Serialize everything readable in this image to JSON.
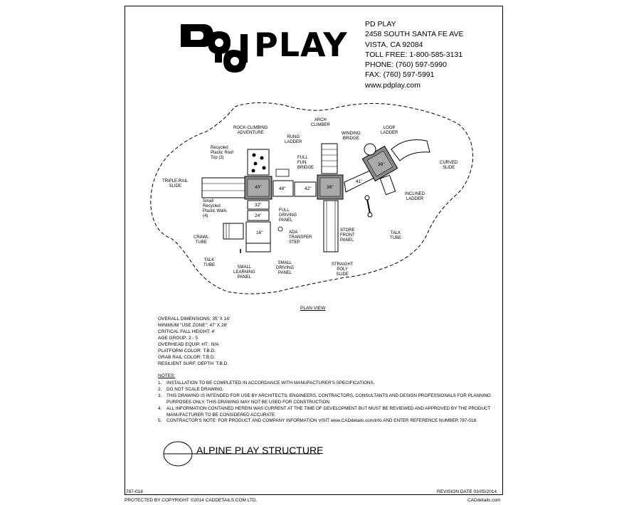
{
  "logo": {
    "text": "PLAY"
  },
  "company": {
    "lines": [
      "PD PLAY",
      "2458 SOUTH SANTA FE AVE",
      "VISTA, CA 92084",
      "TOLL FREE: 1-800-585-3131",
      "PHONE: (760) 597-5990",
      "FAX: (760) 597-5991",
      "www.pdplay.com"
    ]
  },
  "plan": {
    "labels": {
      "rock_climbing": "ROCK-CLIMBING\nADVENTURE",
      "arch_climber": "ARCH\nCLIMBER",
      "loop_ladder": "LOOP\nLADDER",
      "rung_ladder": "RUNG\nLADDER",
      "winding_bridge": "WINDING\nBRIDGE",
      "recycled_roof": "Recycled\nPlastic Roof\nTop (3)",
      "full_fun_bridge": "FULL\nFUN\nBRIDGE",
      "curved_slide": "CURVED\nSLIDE",
      "triple_rail_slide": "TRIPLE-RAIL\nSLIDE",
      "small_recycled_walls": "Small\nRecycled\nPlastic Walls\n(4)",
      "inclined_ladder": "INCLINED\nLADDER",
      "full_driving_panel": "FULL\nDRIVING\nPANEL",
      "ada_transfer_step": "ADA\nTRANSFER\nSTEP",
      "store_front_panel": "STORE\nFRONT\nPANEL",
      "talk_tube_right": "TALK\nTUBE",
      "crawl_tube": "CRAWL\nTUBE",
      "talk_tube_left": "TALK\nTUBE",
      "small_learning_panel": "SMALL\nLEARNING\nPANEL",
      "small_driving_panel": "SMALL\nDRIVING\nPANEL",
      "straight_poly_slide": "STRAIGHT\nPOLY\nSLIDE"
    },
    "dimensions": {
      "d40": "40\"",
      "d48": "48\"",
      "d42": "42\"",
      "d36a": "36\"",
      "d36b": "36\"",
      "d41": "41\"",
      "d32": "32\"",
      "d24": "24\"",
      "d16": "16\""
    },
    "caption": "PLAN VIEW"
  },
  "specs": [
    "OVERALL DIMENSIONS: 35' X 16'",
    "MINIMUM \"USE ZONE\":  47' X 28'",
    "CRITICAL FALL HEIGHT:  4'",
    "AGE GROUP: 2 - 5",
    "OVERHEAD EQUIP. HT.: N/A",
    "PLATFORM COLOR:  T.B.D.",
    "GRAB RAIL COLOR:  T.B.D.",
    "RESILIENT SURF. DEPTH:  T.B.D."
  ],
  "notes_title": "NOTES:",
  "notes": [
    {
      "num": "1.",
      "text": "INSTALLATION TO BE COMPLETED IN ACCORDANCE WITH MANUFACTURER'S SPECIFICATIONS."
    },
    {
      "num": "2.",
      "text": "DO NOT SCALE DRAWING."
    },
    {
      "num": "3.",
      "text": "THIS DRAWING IS INTENDED FOR USE BY ARCHITECTS, ENGINEERS, CONTRACTORS, CONSULTANTS AND DESIGN PROFESSIONALS FOR PLANNING PURPOSES ONLY.  THIS DRAWING MAY NOT BE USED FOR CONSTRUCTION."
    },
    {
      "num": "4.",
      "text": "ALL INFORMATION CONTAINED HEREIN WAS CURRENT AT THE TIME OF DEVELOPMENT BUT MUST BE REVIEWED AND APPROVED BY THE PRODUCT MANUFACTURER TO BE CONSIDERED ACCURATE."
    },
    {
      "num": "5.",
      "text": "CONTRACTOR'S NOTE: FOR PRODUCT AND COMPANY INFORMATION VISIT www.CADdetails.com/info AND ENTER REFERENCE NUMBER 787-018."
    }
  ],
  "title": "ALPINE PLAY STRUCTURE",
  "footer": {
    "ref": "787-018",
    "revision": "REVISION DATE 03/05/2014",
    "copyright": "PROTECTED BY COPYRIGHT ©2014 CADDETAILS.COM LTD.",
    "site": "CADdetails.com"
  }
}
